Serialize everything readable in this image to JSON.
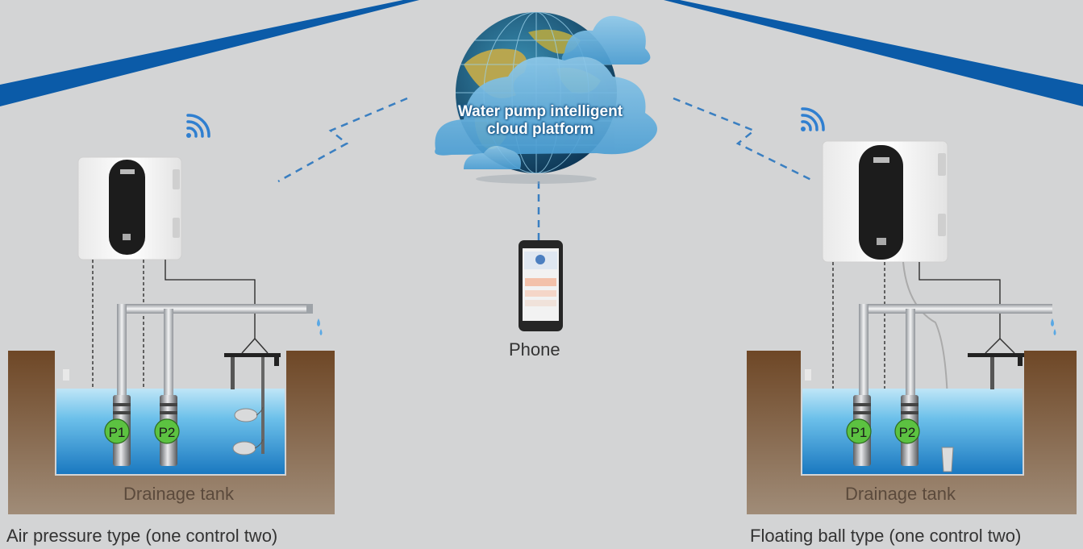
{
  "cloud": {
    "title_line1": "Water pump intelligent",
    "title_line2": "cloud platform"
  },
  "phone": {
    "label": "Phone"
  },
  "left_system": {
    "tank_label": "Drainage tank",
    "caption": "Air pressure type (one control two)",
    "pump1": "P1",
    "pump2": "P2"
  },
  "right_system": {
    "tank_label": "Drainage tank",
    "caption": "Floating ball type (one control two)",
    "pump1": "P1",
    "pump2": "P2"
  },
  "colors": {
    "background": "#d3d4d5",
    "roof": "#0b5ba8",
    "soil": "#7a5634",
    "water": "#4aa3dc",
    "pump_badge": "#5cc241",
    "link_dash": "#3a7fc1"
  },
  "icons": [
    "globe-icon",
    "cloud-icon",
    "wifi-icon",
    "phone-icon",
    "controller-icon",
    "pump-icon",
    "float-ball-icon"
  ]
}
